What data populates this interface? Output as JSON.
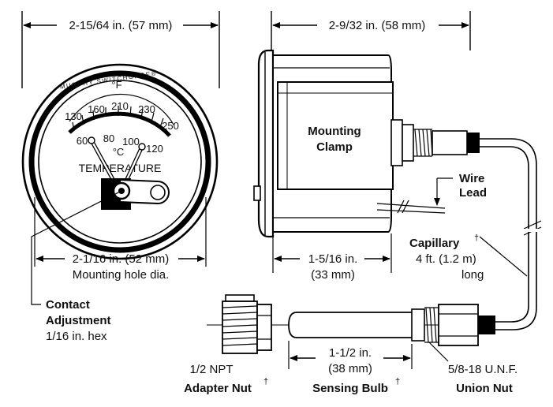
{
  "dimensions": {
    "face_width": "2-15/64 in. (57 mm)",
    "side_width": "2-9/32 in. (58  mm)",
    "mount_hole": "2-1/16 in. (52 mm)",
    "mount_hole_sub": "Mounting hole dia.",
    "case_depth": "1-5/16 in.",
    "case_depth_mm": "(33 mm)",
    "bulb_length": "1-1/2 in.",
    "bulb_length_mm": "(38 mm)"
  },
  "gauge": {
    "brand": "MURPHY SWITCHGAGE®",
    "unit_f": "°F",
    "unit_c": "°C",
    "title": "TEMPERATURE",
    "f_ticks": [
      "130",
      "160",
      "210",
      "230",
      "250"
    ],
    "c_ticks": [
      "60",
      "80",
      "100",
      "120"
    ]
  },
  "labels": {
    "mounting_clamp_1": "Mounting",
    "mounting_clamp_2": "Clamp",
    "wire_lead_1": "Wire",
    "wire_lead_2": "Lead",
    "capillary": "Capillary",
    "capillary_mark": "†",
    "capillary_len": "4 ft. (1.2 m)",
    "capillary_long": "long",
    "contact_1": "Contact",
    "contact_2": "Adjustment",
    "contact_3": "1/16 in. hex",
    "npt": "1/2 NPT",
    "adapter_nut": "Adapter Nut",
    "adapter_mark": "†",
    "sensing_bulb": "Sensing Bulb",
    "bulb_mark": "†",
    "unf": "5/8-18 U.N.F.",
    "union_nut": "Union Nut"
  }
}
